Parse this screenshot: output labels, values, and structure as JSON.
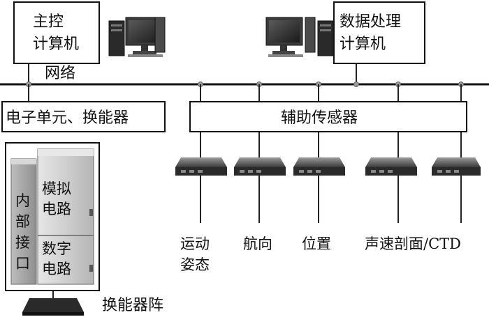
{
  "main_computer": {
    "line1": "主控",
    "line2": "计算机"
  },
  "data_computer": {
    "line1": "数据处理",
    "line2": "计算机"
  },
  "network_label": "网络",
  "electronics_label": "电子单元、换能器",
  "aux_sensors_label": "辅助传感器",
  "cabinet": {
    "internal_interface": [
      "内",
      "部",
      "接",
      "口"
    ],
    "analog": {
      "line1": "模拟",
      "line2": "电路"
    },
    "digital": {
      "line1": "数字",
      "line2": "电路"
    }
  },
  "transducer_array_label": "换能器阵",
  "sensors": [
    {
      "line1": "运动",
      "line2": "姿态"
    },
    {
      "line1": "航向"
    },
    {
      "line1": "位置"
    },
    {
      "line1": "声速剖面/CTD"
    }
  ]
}
